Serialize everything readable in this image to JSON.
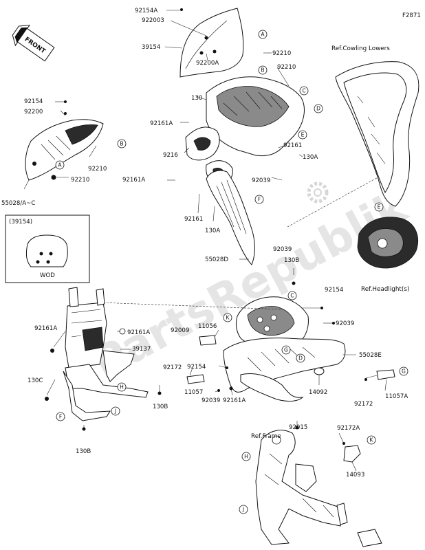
{
  "diagram_code": "F2871",
  "front_label": "FRONT",
  "watermark": "PartsRepublik",
  "option_box": {
    "title": "(39154)",
    "caption": "WOD"
  },
  "references": {
    "cowling_lowers": "Ref.Cowling Lowers",
    "headlight": "Ref.Headlight(s)",
    "frame": "Ref.Frame"
  },
  "part_numbers": {
    "p92154A": "92154A",
    "p922003": "922003",
    "p39154": "39154",
    "p92200A": "92200A",
    "p92210_a": "92210",
    "p92210_b": "92210",
    "p130": "130",
    "p92154_l": "92154",
    "p92200": "92200",
    "p92210_c": "92210",
    "p92210_d": "92210",
    "p55028AC": "55028/A~C",
    "p92161A_1": "92161A",
    "p9216": "9216",
    "p92161A_2": "92161A",
    "p92161_1": "92161",
    "p130A_1": "130A",
    "p92039_1": "92039",
    "p92161_2": "92161",
    "p130A_2": "130A",
    "p92039_2": "92039",
    "p55028D": "55028D",
    "p130B_1": "130B",
    "p92154_r": "92154",
    "p92039_3": "92039",
    "p92161A_3": "92161A",
    "p92161A_4": "92161A",
    "p92009": "92009",
    "p11056": "11056",
    "p39137": "39137",
    "p55028E": "55028E",
    "p130C": "130C",
    "p92172_1": "92172",
    "p92154_m": "92154",
    "p14092": "14092",
    "p11057A": "11057A",
    "p11057": "11057",
    "p92039_4": "92039",
    "p92161A_5": "92161A",
    "p92172_2": "92172",
    "p130B_2": "130B",
    "p92015": "92015",
    "p92172A": "92172A",
    "p130B_3": "130B",
    "p14093": "14093"
  },
  "callouts": {
    "A1": "A",
    "B1": "B",
    "C1": "C",
    "D1": "D",
    "E1": "E",
    "F1": "F",
    "A2": "A",
    "B2": "B",
    "E2": "E",
    "C2": "C",
    "K1": "K",
    "G1": "G",
    "D2": "D",
    "G2": "G",
    "H1": "H",
    "F2": "F",
    "J1": "J",
    "H2": "H",
    "J2": "J",
    "K2": "K"
  }
}
